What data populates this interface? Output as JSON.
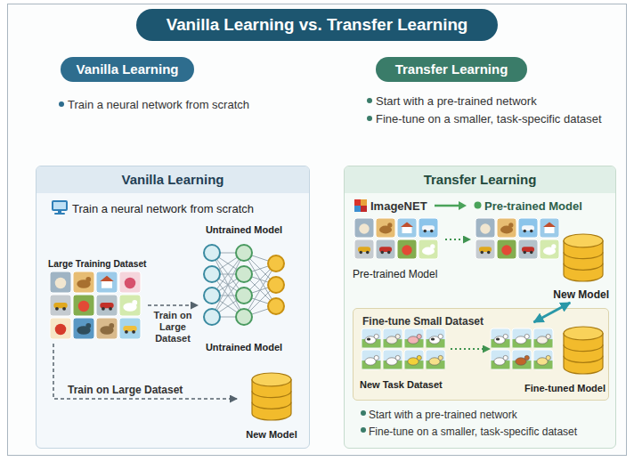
{
  "diagram": {
    "title": "Vanilla Learning vs. Transfer Learning",
    "nodes": [
      {
        "text": [
          "Vanilla Learning"
        ]
      },
      {
        "text": [
          "Transfer Learning"
        ]
      },
      {
        "text": [
          "Vanilla Learning",
          "Train a neural network from scratch"
        ]
      },
      {
        "text": [
          "Large Training Dataset"
        ],
        "in": 2
      },
      {
        "text": [
          "Untrained Model",
          "Untrained Model"
        ],
        "in": 2
      },
      {
        "text": [
          "New Model"
        ],
        "in": 2
      },
      {
        "text": [
          "Transfer Learning"
        ]
      },
      {
        "text": [
          "ImageNET",
          "Pre-trained Model"
        ],
        "in": 6
      },
      {
        "text": [
          "Pre-trained Model",
          "New Model"
        ],
        "in": 6
      },
      {
        "text": [
          "Fine-tune Small Dataset"
        ],
        "in": 6
      },
      {
        "text": [
          "New Task Dataset"
        ],
        "in": 9
      },
      {
        "text": [
          "Fine-tuned Model"
        ],
        "in": 9
      }
    ],
    "edges": [
      {
        "from": 3,
        "to": 4,
        "arrow": "to",
        "label": "Train on Large Dataset"
      },
      {
        "from": 3,
        "to": 5,
        "arrow": "to",
        "label": "Train on Large Dataset"
      },
      {
        "from": 7,
        "to": 8,
        "arrow": "to"
      },
      {
        "from": 10,
        "to": 11,
        "arrow": "to"
      },
      {
        "from": 8,
        "to": 11,
        "arrow": "both"
      }
    ],
    "labels": [
      "Train a neural network from scratch",
      "Start with a pre-trained network",
      "Fine-tune on a smaller, task-specific dataset",
      "Start with a pre-trained network",
      "Fine-tune on a smaller, task-specific dataset"
    ]
  }
}
